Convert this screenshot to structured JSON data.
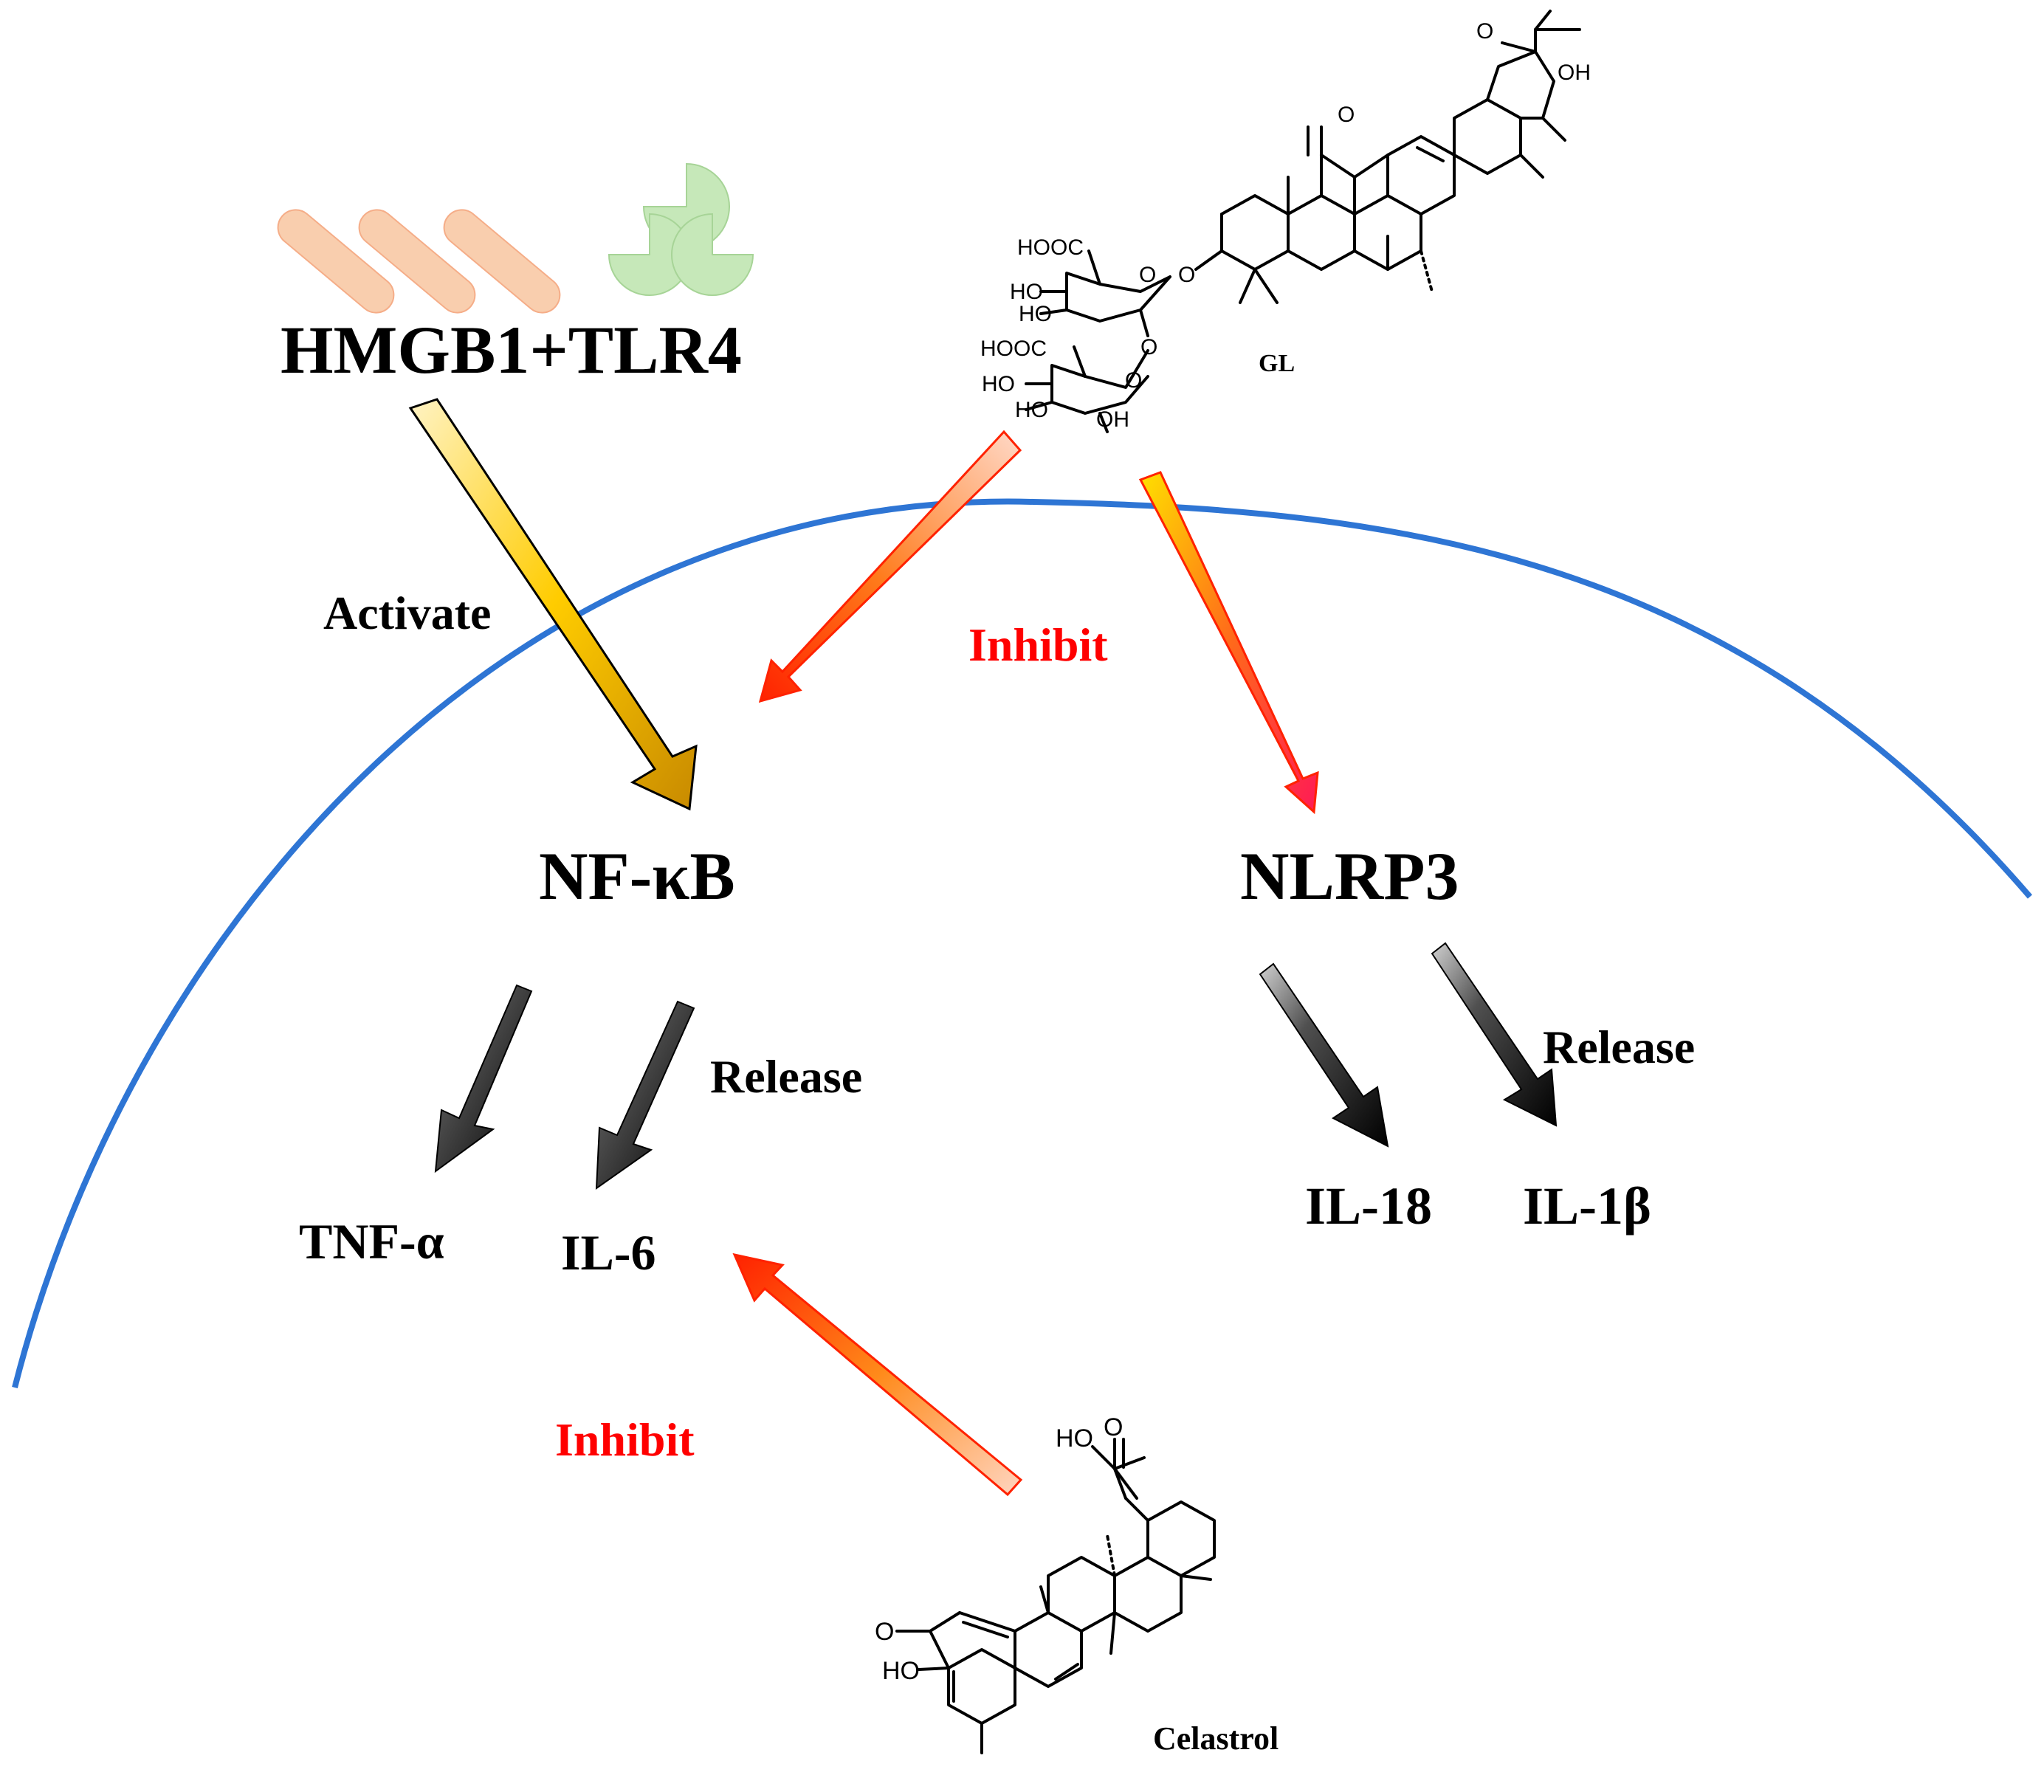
{
  "labels": {
    "receptor": "HMGB1+TLR4",
    "activate": "Activate",
    "inhibit_top": "Inhibit",
    "nfkb": "NF-κB",
    "nlrp3": "NLRP3",
    "release_left": "Release",
    "release_right": "Release",
    "tnf": "TNF-α",
    "il6": "IL-6",
    "il18": "IL-18",
    "il1b": "IL-1β",
    "inhibit_bottom": "Inhibit"
  },
  "compounds": {
    "gl": {
      "name": "GL",
      "atoms": {
        "cooh_o": "O",
        "cooh_oh": "OH",
        "ketone": "O",
        "ring_o1": "O",
        "ring_o2": "O",
        "link_o1": "O",
        "link_o2": "O",
        "hooc1": "HOOC",
        "hooc2": "HOOC",
        "ho1": "HO",
        "ho2": "HO",
        "ho3": "HO",
        "ho4": "HO",
        "oh5": "OH"
      }
    },
    "celastrol": {
      "name": "Celastrol",
      "atoms": {
        "acid_o": "O",
        "acid_ho": "HO",
        "ketone_o": "O",
        "phenol_ho": "HO"
      }
    }
  },
  "colors": {
    "membrane": "#2e75d4",
    "activate_arrow": "#e0a000",
    "inhibit_arrow": "#ff3300",
    "inhibit_text": "#ff0000",
    "release_arrow": "#000000",
    "hmgb1": "#f9c9a6",
    "tlr4": "#c6e8b9"
  }
}
